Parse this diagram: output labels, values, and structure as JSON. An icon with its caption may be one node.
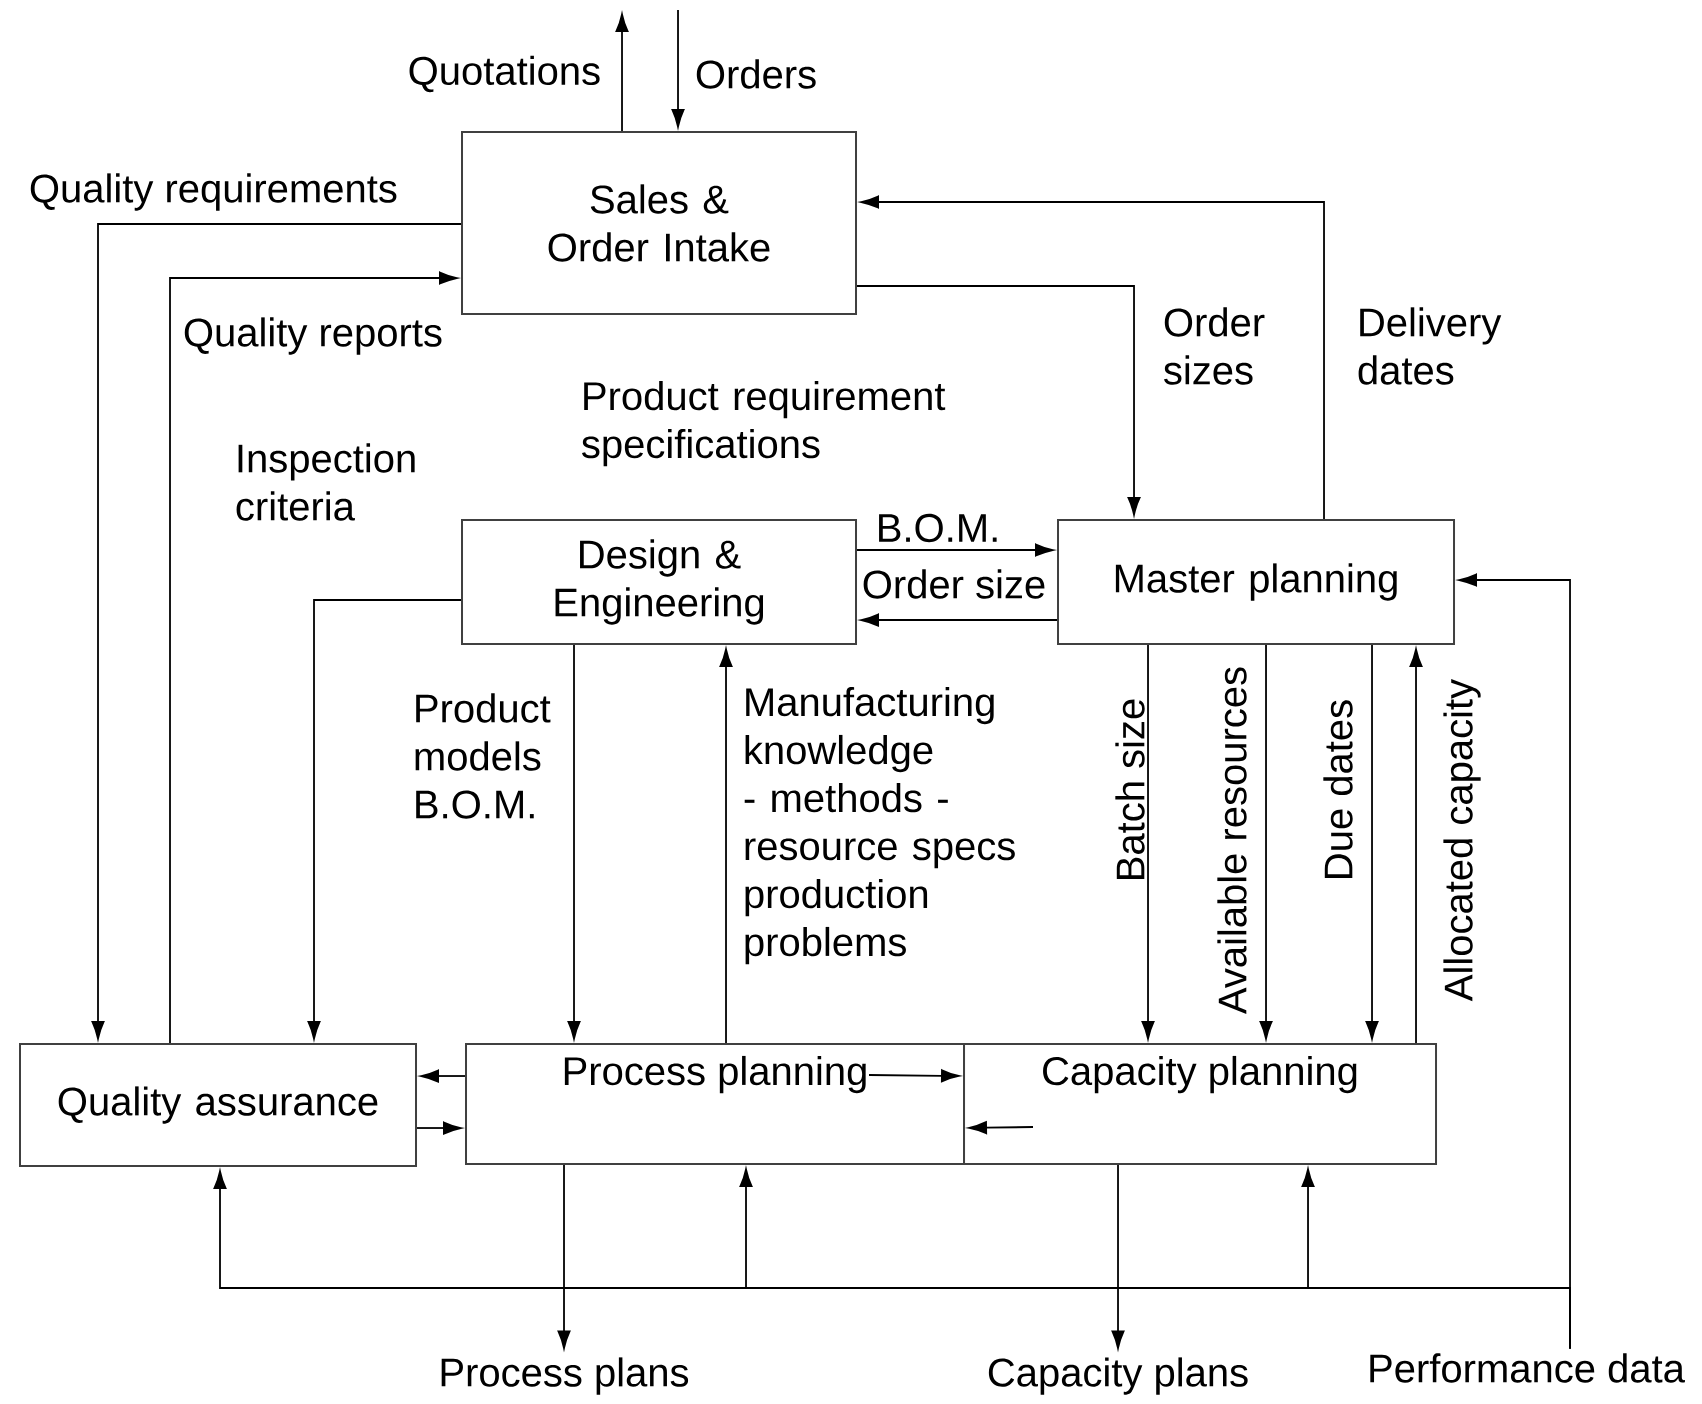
{
  "diagram": {
    "nodes": [
      {
        "text": [
          "Sales & Order Intake"
        ]
      },
      {
        "text": [
          "Design & Engineering"
        ]
      },
      {
        "text": [
          "Master planning"
        ]
      },
      {
        "text": [
          "Quality assurance"
        ]
      },
      {
        "text": [
          "Process planning"
        ]
      },
      {
        "text": [
          "Capacity planning"
        ]
      },
      {
        "text": [
          "Process plans"
        ]
      },
      {
        "text": [
          "Capacity plans"
        ]
      },
      {
        "text": [
          "Performance data"
        ]
      }
    ],
    "edges": [
      {
        "from": 0,
        "to": null,
        "arrow": "to",
        "label": "Quotations"
      },
      {
        "from": null,
        "to": 0,
        "arrow": "to",
        "label": "Orders"
      },
      {
        "from": 0,
        "to": 3,
        "arrow": "to",
        "label": "Quality requirements"
      },
      {
        "from": 3,
        "to": 0,
        "arrow": "to",
        "label": "Quality reports"
      },
      {
        "from": 0,
        "to": 2,
        "arrow": "to",
        "label": "Order sizes"
      },
      {
        "from": 2,
        "to": 0,
        "arrow": "to",
        "label": "Delivery dates"
      },
      {
        "from": 1,
        "to": 2,
        "arrow": "to",
        "label": "B.O.M."
      },
      {
        "from": 2,
        "to": 1,
        "arrow": "to",
        "label": "Order size"
      },
      {
        "from": 1,
        "to": 3,
        "arrow": "to",
        "label": "Inspection criteria"
      },
      {
        "from": 1,
        "to": 4,
        "arrow": "to",
        "label": "Product models B.O.M."
      },
      {
        "from": 4,
        "to": 1,
        "arrow": "to",
        "label": "Manufacturing knowledge - methods - resource specs production problems"
      },
      {
        "from": 2,
        "to": 5,
        "arrow": "to",
        "label": "Batch size"
      },
      {
        "from": 2,
        "to": 5,
        "arrow": "to",
        "label": "Available resources"
      },
      {
        "from": 2,
        "to": 5,
        "arrow": "to",
        "label": "Due dates"
      },
      {
        "from": 5,
        "to": 2,
        "arrow": "to",
        "label": "Allocated capacity"
      },
      {
        "from": 4,
        "to": 5,
        "arrow": "to"
      },
      {
        "from": 5,
        "to": 4,
        "arrow": "to"
      },
      {
        "from": 4,
        "to": 3,
        "arrow": "to"
      },
      {
        "from": 3,
        "to": 4,
        "arrow": "to"
      },
      {
        "from": 4,
        "to": 6,
        "arrow": "to"
      },
      {
        "from": 5,
        "to": 7,
        "arrow": "to"
      },
      {
        "from": 8,
        "to": 2,
        "arrow": "to"
      },
      {
        "from": 8,
        "to": 3,
        "arrow": "to"
      },
      {
        "from": 8,
        "to": 4,
        "arrow": "to"
      },
      {
        "from": 8,
        "to": 5,
        "arrow": "to"
      }
    ],
    "labels": [
      "Product requirement specifications"
    ]
  }
}
